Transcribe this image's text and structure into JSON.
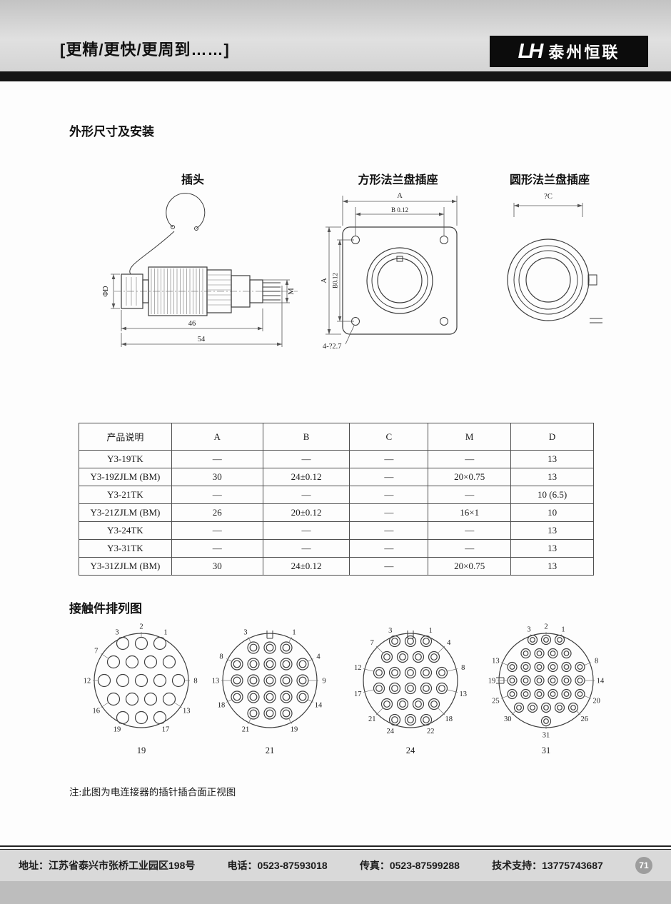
{
  "header": {
    "slogan": "[更精/更快/更周到……]",
    "logo_mark": "LH",
    "logo_text": "泰州恒联"
  },
  "sections": {
    "dimensions_title": "外形尺寸及安装",
    "contacts_title": "接触件排列图"
  },
  "drawings": {
    "plug": {
      "title": "插头",
      "dim_46": "46",
      "dim_54": "54",
      "dim_d": "ΦD",
      "dim_m": "M"
    },
    "square_flange": {
      "title": "方形法兰盘插座",
      "dim_a_top": "A",
      "dim_b_top": "B 0.12",
      "dim_a_left": "A",
      "dim_b_left": "B0.12",
      "holes_label": "4-?2.7"
    },
    "round_flange": {
      "title": "圆形法兰盘插座",
      "dim_c": "?C"
    }
  },
  "spec_table": {
    "headers": [
      "产品说明",
      "A",
      "B",
      "C",
      "M",
      "D"
    ],
    "rows": [
      [
        "Y3-19TK",
        "—",
        "—",
        "—",
        "—",
        "13"
      ],
      [
        "Y3-19ZJLM (BM)",
        "30",
        "24±0.12",
        "—",
        "20×0.75",
        "13"
      ],
      [
        "Y3-21TK",
        "—",
        "—",
        "—",
        "—",
        "10 (6.5)"
      ],
      [
        "Y3-21ZJLM (BM)",
        "26",
        "20±0.12",
        "—",
        "16×1",
        "10"
      ],
      [
        "Y3-24TK",
        "—",
        "—",
        "—",
        "—",
        "13"
      ],
      [
        "Y3-31TK",
        "—",
        "—",
        "—",
        "—",
        "13"
      ],
      [
        "Y3-31ZJLM (BM)",
        "30",
        "24±0.12",
        "—",
        "20×0.75",
        "13"
      ]
    ]
  },
  "contact_diagrams": {
    "list": [
      {
        "label": "19",
        "style": "plain",
        "notch": "none",
        "rows": [
          [
            1,
            3
          ],
          [
            4,
            7
          ],
          [
            8,
            12
          ],
          [
            13,
            16
          ],
          [
            17,
            19
          ]
        ],
        "labeled": [
          1,
          2,
          3,
          7,
          8,
          12,
          13,
          16,
          17,
          19
        ]
      },
      {
        "label": "21",
        "style": "ring",
        "notch": "top",
        "rows": [
          [
            1,
            3
          ],
          [
            4,
            8
          ],
          [
            9,
            13
          ],
          [
            14,
            18
          ],
          [
            19,
            21
          ]
        ],
        "labeled": [
          1,
          3,
          4,
          8,
          9,
          13,
          14,
          18,
          19,
          21
        ]
      },
      {
        "label": "24",
        "style": "ring",
        "notch": "top",
        "rows": [
          [
            1,
            3
          ],
          [
            4,
            7
          ],
          [
            8,
            12
          ],
          [
            13,
            17
          ],
          [
            18,
            21
          ],
          [
            22,
            24
          ]
        ],
        "labeled": [
          1,
          3,
          4,
          7,
          8,
          12,
          13,
          17,
          18,
          21,
          22,
          24
        ]
      },
      {
        "label": "31",
        "style": "ring",
        "notch": "left",
        "rows": [
          [
            1,
            3
          ],
          [
            4,
            7
          ],
          [
            8,
            13
          ],
          [
            14,
            19
          ],
          [
            20,
            25
          ],
          [
            26,
            30
          ],
          [
            31,
            31
          ]
        ],
        "labeled": [
          1,
          2,
          3,
          8,
          13,
          14,
          19,
          20,
          25,
          26,
          30,
          31
        ]
      }
    ]
  },
  "note": "注:此图为电连接器的插针插合面正视图",
  "footer": {
    "address": "地址：江苏省泰兴市张桥工业园区198号",
    "phone": "电话：0523-87593018",
    "fax": "传真：0523-87599288",
    "support": "技术支持：13775743687",
    "page_number": "71"
  }
}
